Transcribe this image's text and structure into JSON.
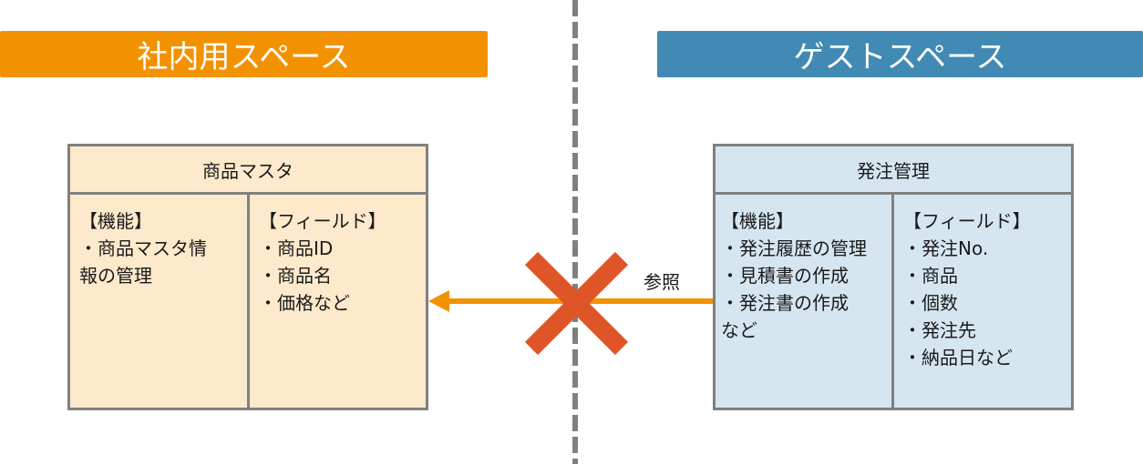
{
  "banners": {
    "internal": "社内用スペース",
    "guest": "ゲストスペース"
  },
  "product_master": {
    "title": "商品マスタ",
    "functions": [
      "【機能】",
      "・商品マスタ情",
      "報の管理"
    ],
    "fields": [
      "【フィールド】",
      "・商品ID",
      "・商品名",
      "・価格など"
    ]
  },
  "order_management": {
    "title": "発注管理",
    "functions": [
      "【機能】",
      "・発注履歴の管理",
      "・見積書の作成",
      "・発注書の作成",
      "など"
    ],
    "fields": [
      "【フィールド】",
      "・発注No.",
      "・商品",
      "・個数",
      "・発注先",
      "・納品日など"
    ]
  },
  "reference": {
    "label": "参照",
    "blocked": true
  },
  "colors": {
    "internal": "#f39200",
    "guest": "#418ab3",
    "arrow": "#f39200",
    "cross": "#e05528"
  }
}
